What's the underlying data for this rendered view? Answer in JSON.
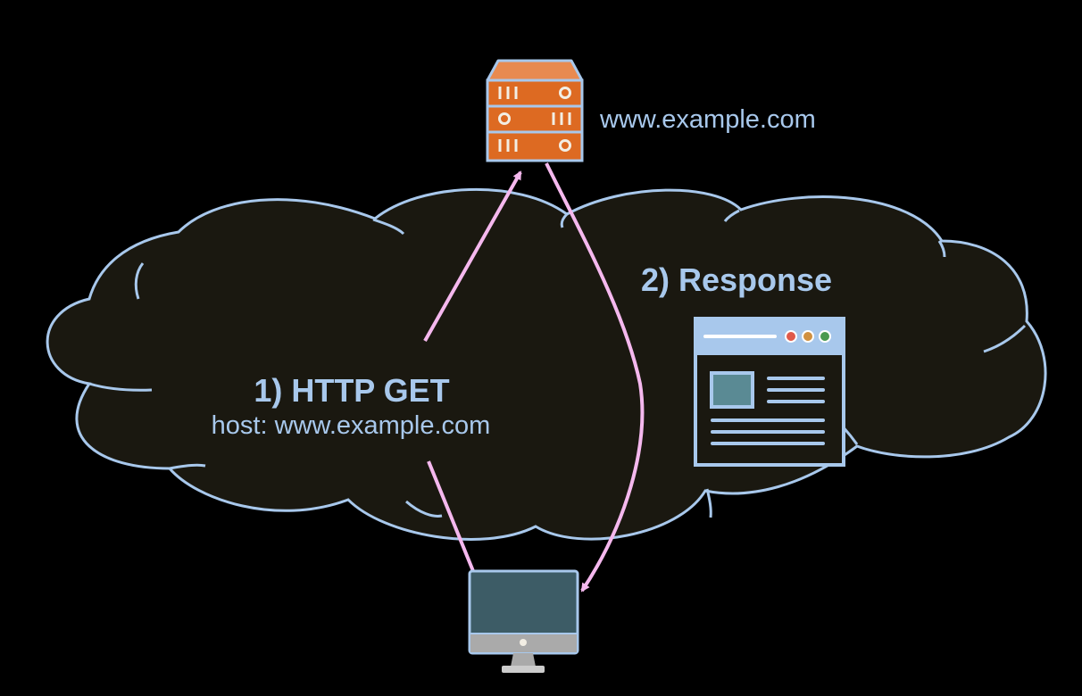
{
  "server": {
    "hostname": "www.example.com",
    "icon": "server-rack-icon"
  },
  "request": {
    "title": "1) HTTP GET",
    "header_line": "host: www.example.com"
  },
  "response": {
    "title": "2) Response",
    "icon": "web-page-icon"
  },
  "client": {
    "icon": "desktop-computer-icon"
  },
  "colors": {
    "background": "#000000",
    "cloud_fill": "#1a1810",
    "cloud_stroke": "#a8c8ec",
    "label_text": "#a8c8ec",
    "arrow": "#f5b8ee",
    "server_body": "#dd6a22",
    "monitor_screen": "#3d5c66"
  }
}
